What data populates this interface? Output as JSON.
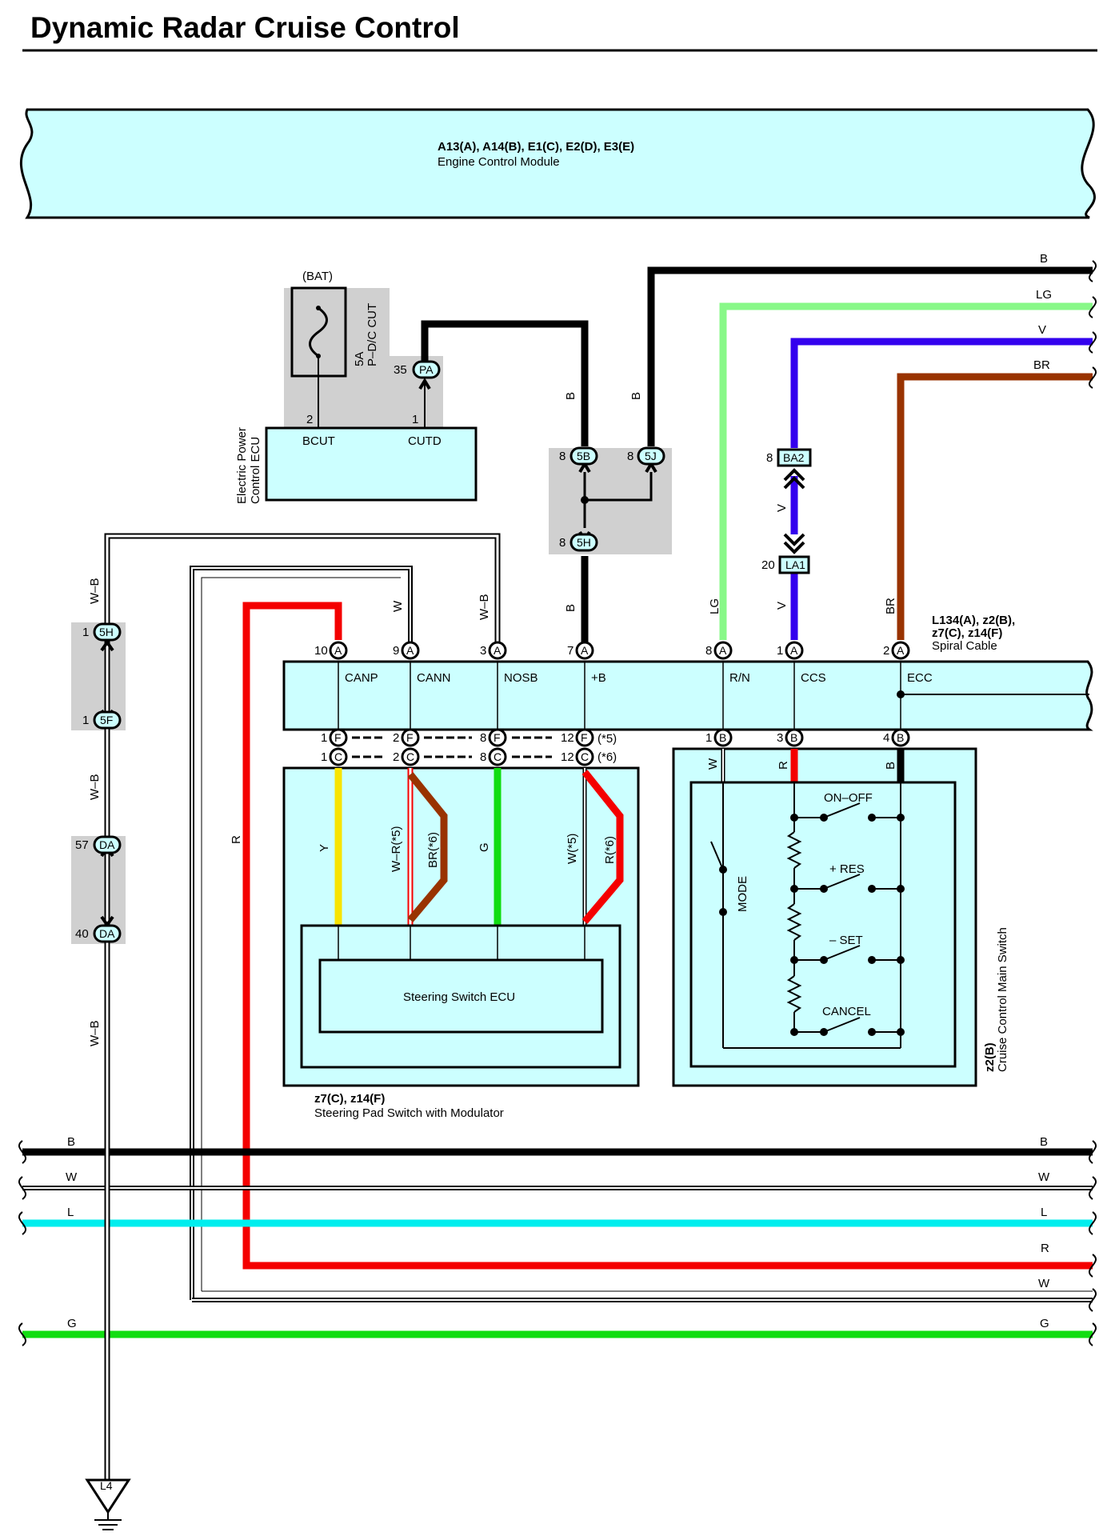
{
  "title": "Dynamic Radar Cruise Control",
  "ecm": {
    "codes": "A13(A), A14(B), E1(C), E2(D), E3(E)",
    "name": "Engine Control Module"
  },
  "fuse": {
    "bat": "(BAT)",
    "rating": "5A",
    "name": "P–D/C CUT"
  },
  "epc": {
    "name_line1": "Electric Power",
    "name_line2": "Control ECU",
    "pin_bcut": "BCUT",
    "pin_cutd": "CUTD",
    "pin2": "2",
    "pin1": "1"
  },
  "connectors": {
    "pa_num": "35",
    "pa": "PA",
    "j5b_num": "8",
    "j5b": "5B",
    "j5j_num": "8",
    "j5j": "5J",
    "j5h_num": "8",
    "j5h": "5H",
    "ba2_num": "8",
    "ba2": "BA2",
    "la1_num": "20",
    "la1": "LA1",
    "c5h_num": "1",
    "c5h": "5H",
    "c5f_num": "1",
    "c5f": "5F",
    "da57_num": "57",
    "da57": "DA",
    "da40_num": "40",
    "da40": "DA",
    "ground": "L4"
  },
  "spiral": {
    "codes_line1": "L134(A), z2(B),",
    "codes_line2": "z7(C), z14(F)",
    "name": "Spiral Cable",
    "pins": [
      "CANP",
      "CANN",
      "NOSB",
      "+B",
      "R/N",
      "CCS",
      "ECC"
    ],
    "pin_nums": [
      "10",
      "9",
      "3",
      "7",
      "8",
      "1",
      "2"
    ],
    "pin_letter": "A",
    "f_nums": [
      "1",
      "2",
      "8",
      "12"
    ],
    "c_nums": [
      "1",
      "2",
      "8",
      "12"
    ],
    "f_letter": "F",
    "c_letter": "C",
    "note5": "(*5)",
    "note6": "(*6)",
    "b_nums": [
      "1",
      "3",
      "4"
    ],
    "b_letter": "B"
  },
  "steering": {
    "ecu": "Steering Switch ECU",
    "codes": "z7(C), z14(F)",
    "name": "Steering Pad Switch with Modulator",
    "w1": "Y",
    "w2": "W–R(*5)",
    "w3": "BR(*6)",
    "w4": "G",
    "w5": "W(*5)",
    "w6": "R(*6)"
  },
  "main_switch": {
    "code": "z2(B)",
    "name": "Cruise Control Main Switch",
    "on_off": "ON–OFF",
    "res": "+ RES",
    "set": "– SET",
    "cancel": "CANCEL",
    "mode": "MODE",
    "w_w": "W",
    "w_r": "R",
    "w_b": "B"
  },
  "wire_labels": {
    "b_top": "B",
    "lg_top": "LG",
    "v_top": "V",
    "br_top": "BR",
    "b_pa": "B",
    "b_5j": "B",
    "b_5h": "B",
    "v_mid": "V",
    "v_la1": "V",
    "lg_pin": "LG",
    "br_pin": "BR",
    "w_canp": "W",
    "wb_nosb": "W–B",
    "r_left": "R",
    "wb_1": "W–B",
    "wb_2": "W–B",
    "wb_3": "W–B"
  },
  "bus": {
    "left": [
      "B",
      "W",
      "L",
      "G"
    ],
    "right": [
      "B",
      "W",
      "L",
      "R",
      "W",
      "G"
    ]
  },
  "colors": {
    "black": "#000000",
    "lightgreen": "#88f888",
    "violet": "#3300ee",
    "brown": "#993300",
    "red": "#f40000",
    "yellow": "#f8e400",
    "green": "#11dd11",
    "cyan": "#00eeee",
    "box": "#ccffff",
    "gray": "#d0d0d0"
  }
}
